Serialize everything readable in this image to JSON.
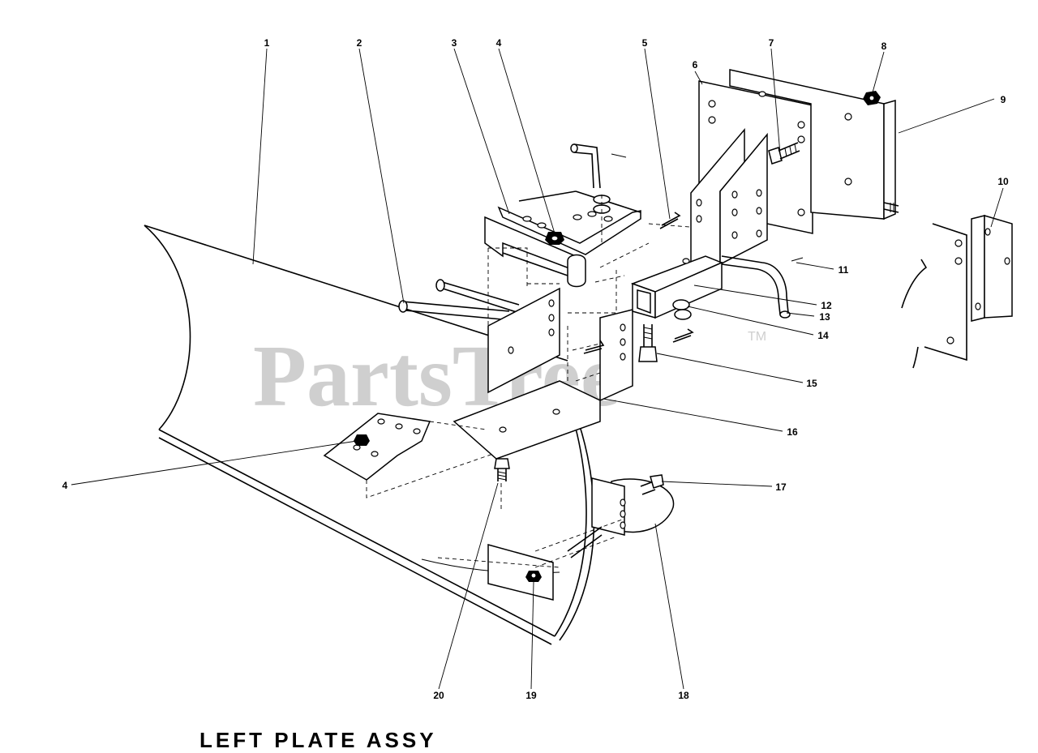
{
  "watermark": {
    "text": "PartsTree",
    "trademark": "TM"
  },
  "caption": "LEFT PLATE ASSY",
  "parts": [
    {
      "id": "part-1",
      "label": "1"
    },
    {
      "id": "part-2",
      "label": "2"
    },
    {
      "id": "part-3",
      "label": "3"
    },
    {
      "id": "part-4-top",
      "label": "4"
    },
    {
      "id": "part-4-left",
      "label": "4"
    },
    {
      "id": "part-5",
      "label": "5"
    },
    {
      "id": "part-6",
      "label": "6"
    },
    {
      "id": "part-7",
      "label": "7"
    },
    {
      "id": "part-8",
      "label": "8"
    },
    {
      "id": "part-9",
      "label": "9"
    },
    {
      "id": "part-10",
      "label": "10"
    },
    {
      "id": "part-11",
      "label": "11"
    },
    {
      "id": "part-12",
      "label": "12"
    },
    {
      "id": "part-13",
      "label": "13"
    },
    {
      "id": "part-14",
      "label": "14"
    },
    {
      "id": "part-15",
      "label": "15"
    },
    {
      "id": "part-16",
      "label": "16"
    },
    {
      "id": "part-17",
      "label": "17"
    },
    {
      "id": "part-18",
      "label": "18"
    },
    {
      "id": "part-19",
      "label": "19"
    },
    {
      "id": "part-20",
      "label": "20"
    }
  ]
}
